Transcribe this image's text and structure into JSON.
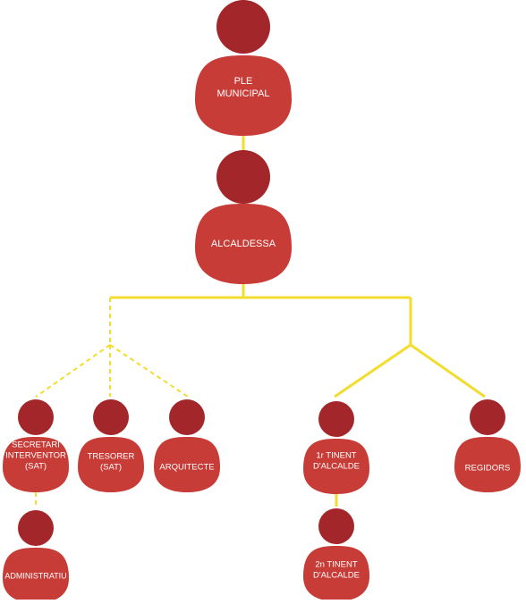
{
  "colors": {
    "head": "#a3262b",
    "body": "#c83c37",
    "connector": "#f2dc2e",
    "text": "#ffffff"
  },
  "nodes": [
    {
      "id": "ple-municipal",
      "lines": [
        "PLE",
        "MUNICIPAL"
      ]
    },
    {
      "id": "alcaldessa",
      "lines": [
        "ALCALDESSA"
      ]
    },
    {
      "id": "secretari-interventor",
      "lines": [
        "SECRETARI",
        "INTERVENTOR",
        "(SAT)"
      ]
    },
    {
      "id": "tresorer",
      "lines": [
        "TRESORER",
        "(SAT)"
      ]
    },
    {
      "id": "arquitecte",
      "lines": [
        "ARQUITECTE"
      ]
    },
    {
      "id": "tinent-1",
      "lines": [
        "1r TINENT",
        "D'ALCALDE"
      ]
    },
    {
      "id": "regidors",
      "lines": [
        "REGIDORS"
      ]
    },
    {
      "id": "administratiu",
      "lines": [
        "ADMINISTRATIU"
      ]
    },
    {
      "id": "tinent-2",
      "lines": [
        "2n TINENT",
        "D'ALCALDE"
      ]
    }
  ]
}
